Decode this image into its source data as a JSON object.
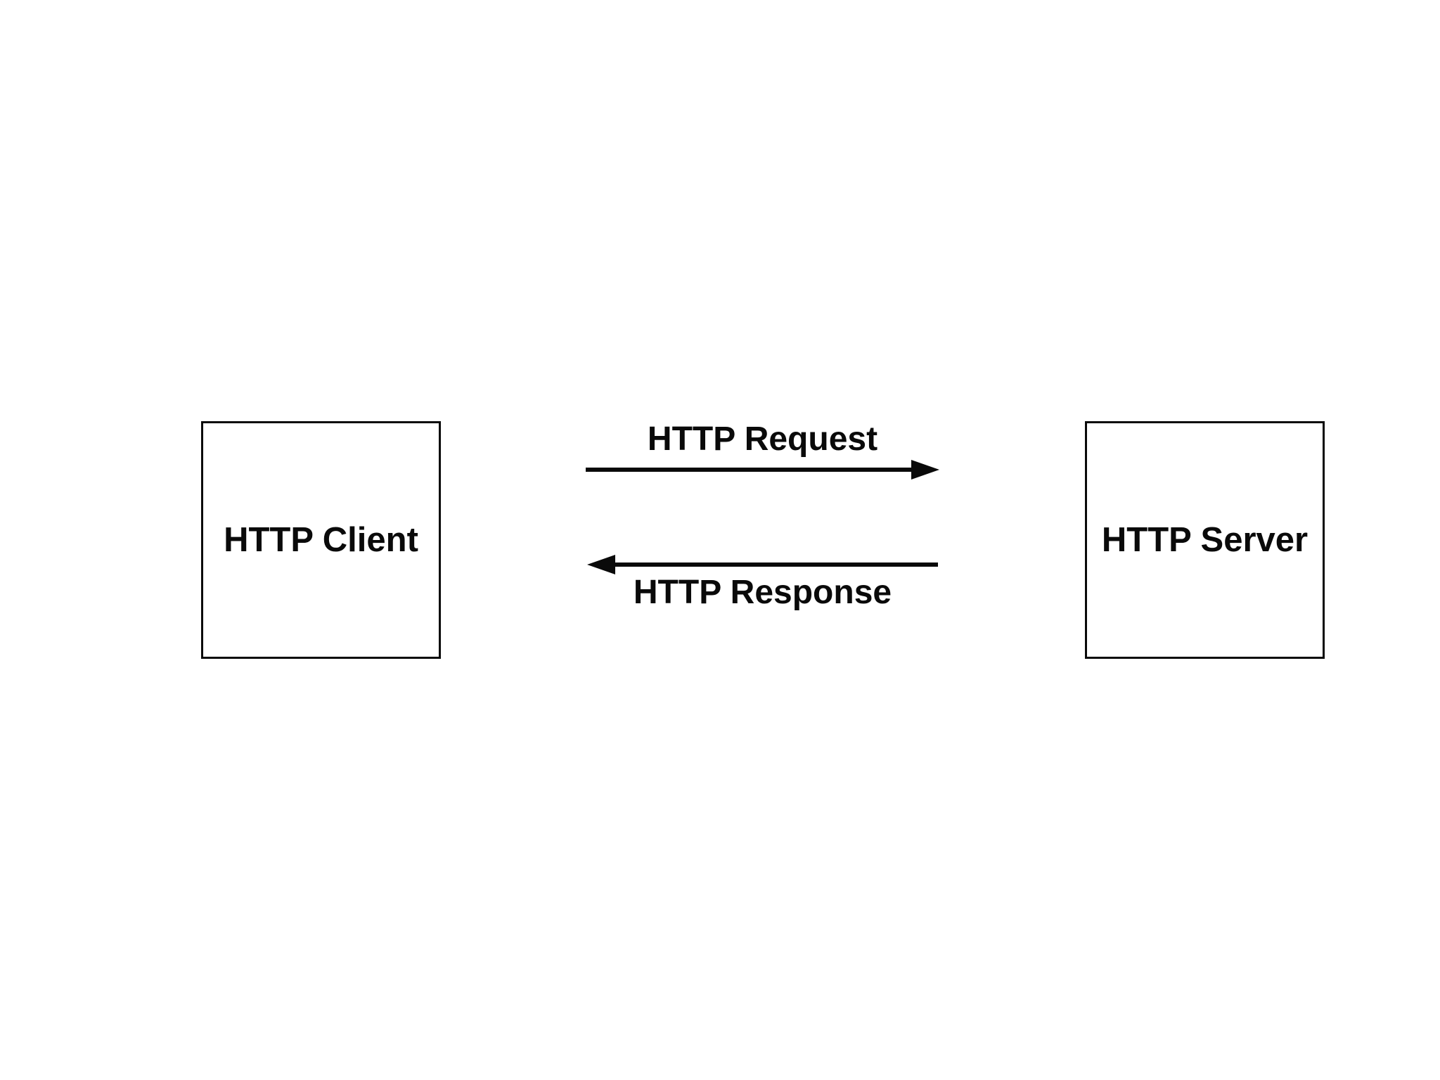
{
  "colors": {
    "background": "#ffffff",
    "ink": "#0a0a0a"
  },
  "nodes": {
    "client": {
      "label": "HTTP Client"
    },
    "server": {
      "label": "HTTP Server"
    }
  },
  "edges": {
    "request": {
      "label": "HTTP Request",
      "direction": "right"
    },
    "response": {
      "label": "HTTP Response",
      "direction": "left"
    }
  }
}
